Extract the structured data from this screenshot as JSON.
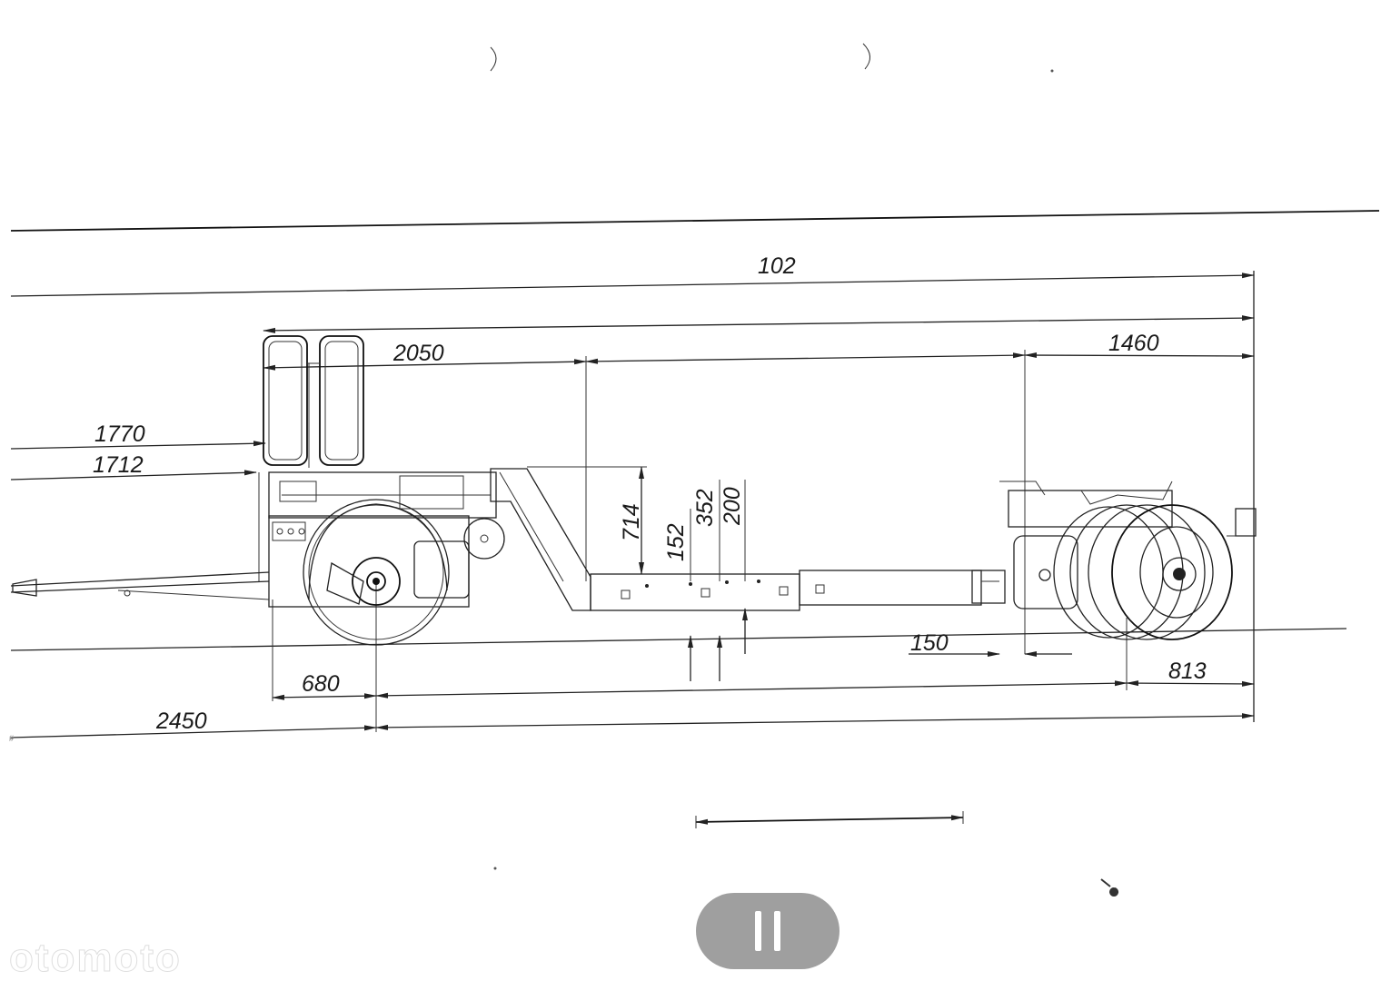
{
  "drawing": {
    "dimensions": {
      "overall_length_partial": "102",
      "platform_length": "2050",
      "rear_overhang": "1460",
      "loading_height_front": "1770",
      "loading_height_front_lower": "1712",
      "gooseneck_drop": "714",
      "deck_height_a": "152",
      "deck_height_b": "352",
      "deck_height_c": "200",
      "rear_gap": "150",
      "front_axle_offset": "680",
      "drawbar_length": "2450",
      "rear_tire_radius": "813"
    }
  },
  "player": {
    "pause_icon": "pause-icon"
  },
  "watermark": {
    "text": "otomoto"
  }
}
